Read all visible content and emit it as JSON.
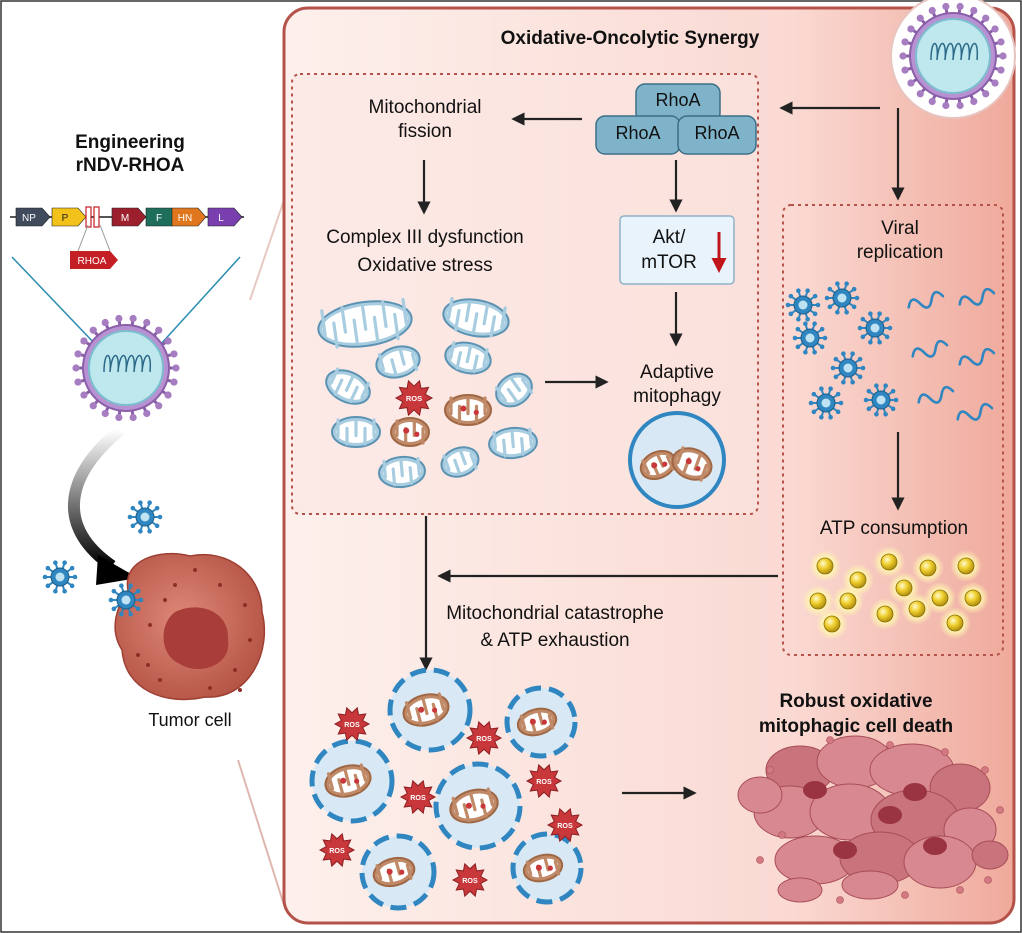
{
  "left_panel": {
    "title_line1": "Engineering",
    "title_line2": "rNDV-RHOA",
    "genes": [
      {
        "label": "NP",
        "color": "#3f4a5c"
      },
      {
        "label": "P",
        "color": "#f2c21b"
      },
      {
        "label": "M",
        "color": "#9c1f2e"
      },
      {
        "label": "F",
        "color": "#1f6e5c"
      },
      {
        "label": "HN",
        "color": "#e0771f"
      },
      {
        "label": "L",
        "color": "#7a3fae"
      }
    ],
    "insert_label": "RHOA",
    "tumor_label": "Tumor cell"
  },
  "main_panel": {
    "title": "Oxidative-Oncolytic Synergy",
    "rhoa_label": "RhoA",
    "fission_line1": "Mitochondrial",
    "fission_line2": "fission",
    "complex_line1": "Complex III dysfunction",
    "complex_line2": "Oxidative stress",
    "akt_line1": "Akt/",
    "akt_line2": "mTOR",
    "adaptive_line1": "Adaptive",
    "adaptive_line2": "mitophagy",
    "ros_label": "ROS",
    "viral_line1": "Viral",
    "viral_line2": "replication",
    "atp_label": "ATP consumption",
    "catastrophe_line1": "Mitochondrial catastrophe",
    "catastrophe_line2": "& ATP exhaustion",
    "death_line1": "Robust oxidative",
    "death_line2": "mitophagic cell death"
  },
  "colors": {
    "panel_fill": "#fbe3de",
    "panel_border": "#b5524a",
    "rhoa_fill": "#7fb3c9",
    "akt_fill": "#e8f3fb",
    "ros_fill": "#c8383b",
    "mito_blue": "#6ea8c8",
    "mito_brown": "#a06745",
    "virus_blue": "#2f86c0",
    "atp_gold": "#e8c21f",
    "dead_cell": "#c86a74"
  }
}
